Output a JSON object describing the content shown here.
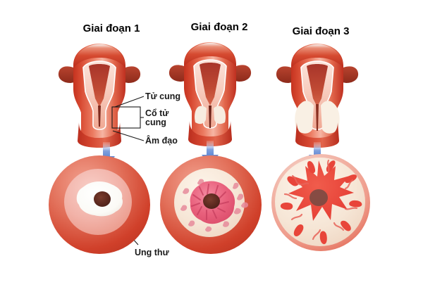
{
  "illustration": {
    "title": "Cervical cancer stages diagram",
    "language": "Vietnamese",
    "background_color": "#ffffff"
  },
  "stages": [
    {
      "id": "stage-1",
      "label": "Giai đoạn 1"
    },
    {
      "id": "stage-2",
      "label": "Giai đoạn 2"
    },
    {
      "id": "stage-3",
      "label": "Giai đoạn 3"
    }
  ],
  "annotations": {
    "uterus": "Tử cung",
    "cervix_line1": "Cổ tử",
    "cervix_line2": "cung",
    "vagina": "Âm đạo",
    "cancer": "Ung thư"
  },
  "colors": {
    "organ_outer_red": "#cf3a26",
    "organ_mid_red": "#e0604a",
    "organ_light": "#f6c9bd",
    "organ_cavity": "#b23a2a",
    "ring_outer": "#d4452f",
    "ring_inner_pink": "#f0a89c",
    "disc_pink": "#f3b9b2",
    "disc_cream": "#f7e9dd",
    "lesion_white": "#fdfdfb",
    "lesion_os_dark": "#5e2a20",
    "lesion_pink": "#e8607c",
    "lesion_red": "#e8453a",
    "arrow_blue": "#2f62c4",
    "leader_line": "#1a1a1a",
    "text": "#000000"
  },
  "icons": {
    "down_arrow": "down-arrow-icon"
  }
}
